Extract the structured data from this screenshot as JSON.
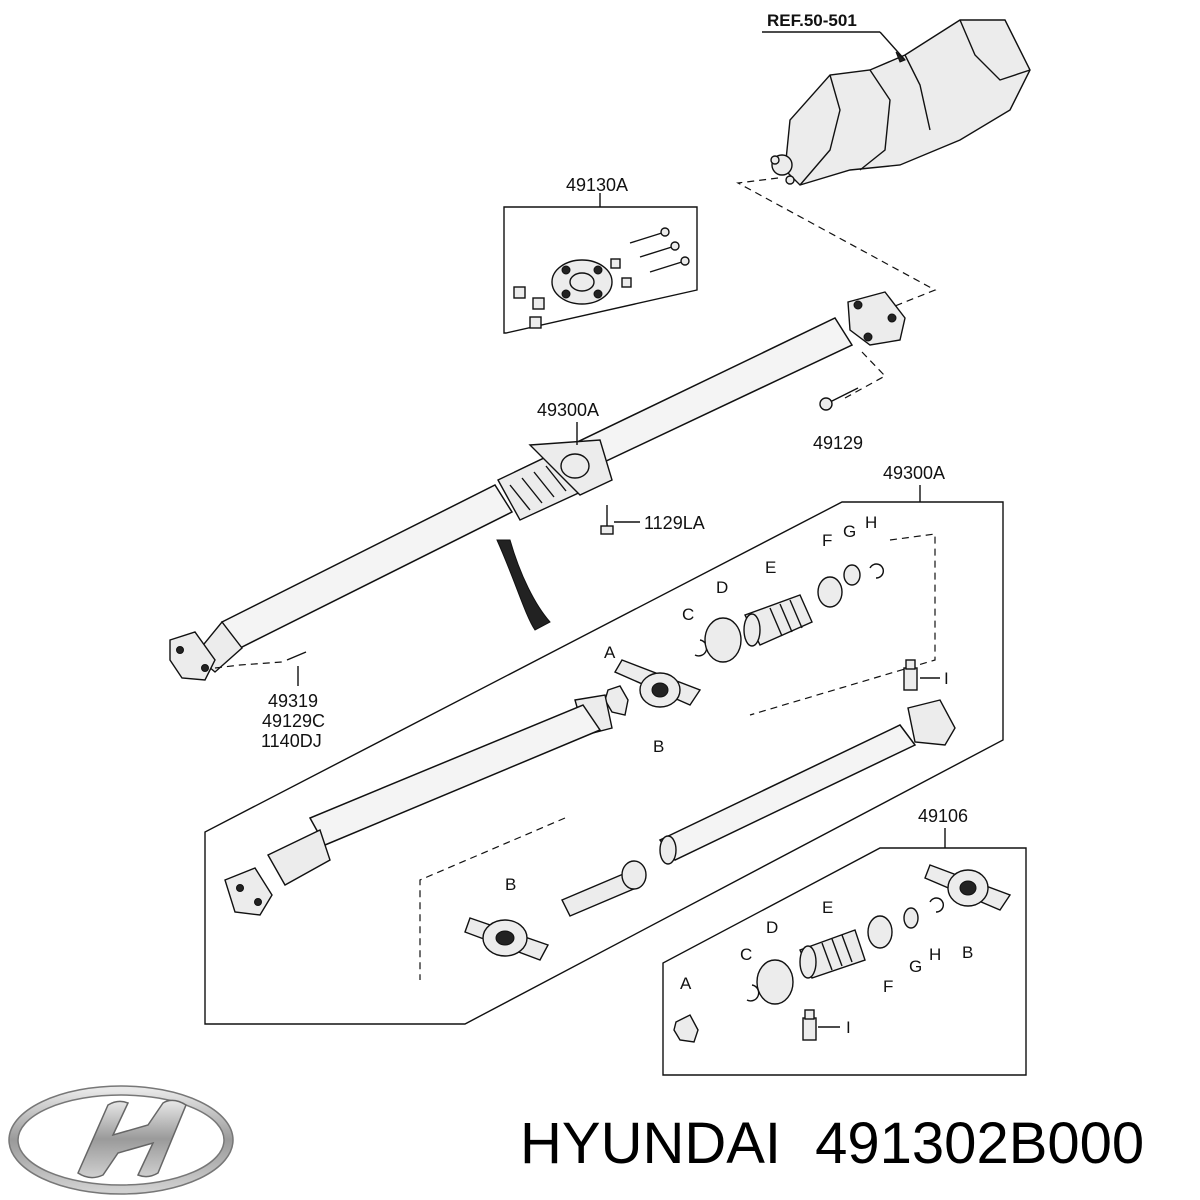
{
  "labels": {
    "ref": "REF.50-501",
    "coupling_kit": "49130A",
    "shaft_assy_upper": "49300A",
    "bolt_49129": "49129",
    "bolt_1129la": "1129LA",
    "shaft_assy_box": "49300A",
    "part_49319": "49319",
    "part_49129c": "49129C",
    "part_1140dj": "1140DJ",
    "kit_49106": "49106"
  },
  "letters_upper_box": {
    "a": "A",
    "b": "B",
    "c": "C",
    "d": "D",
    "e": "E",
    "f": "F",
    "g": "G",
    "h": "H",
    "i": "I",
    "b2": "B"
  },
  "letters_kit_box": {
    "a": "A",
    "b": "B",
    "c": "C",
    "d": "D",
    "e": "E",
    "f": "F",
    "g": "G",
    "h": "H",
    "i": "I"
  },
  "footer": {
    "brand": "HYUNDAI",
    "part_number": "491302B000"
  },
  "colors": {
    "line": "#111111",
    "background": "#ffffff"
  },
  "icons": {
    "logo": "hyundai-logo"
  }
}
